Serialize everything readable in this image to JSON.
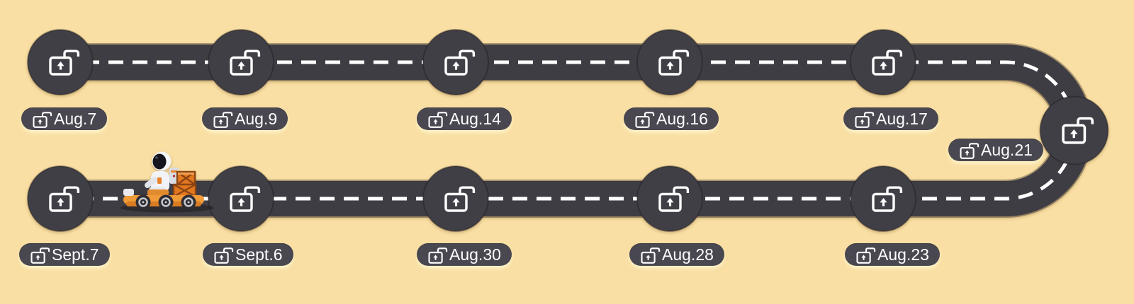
{
  "page": {
    "type": "milestone-road-map"
  },
  "colors": {
    "background": "#f9dfa3",
    "road": "#3f3d44",
    "node": "#413f46",
    "center_line": "#ffffff",
    "pill_background": "#494750",
    "pill_text": "#ffffff",
    "pill_glow": "#fdf2c9",
    "rover_orange": "#f09a38",
    "crate_orange": "#e2771f"
  },
  "icons": {
    "milestone": "open-padlock-icon",
    "vehicle": "astronaut-cargo-rover-icon"
  },
  "milestones": [
    {
      "label": "Aug.7",
      "lock_state": "open"
    },
    {
      "label": "Aug.9",
      "lock_state": "open"
    },
    {
      "label": "Aug.14",
      "lock_state": "open"
    },
    {
      "label": "Aug.16",
      "lock_state": "open"
    },
    {
      "label": "Aug.17",
      "lock_state": "open"
    },
    {
      "label": "Aug.21",
      "lock_state": "open"
    },
    {
      "label": "Aug.23",
      "lock_state": "open"
    },
    {
      "label": "Aug.28",
      "lock_state": "open"
    },
    {
      "label": "Aug.30",
      "lock_state": "open"
    },
    {
      "label": "Sept.6",
      "lock_state": "open"
    },
    {
      "label": "Sept.7",
      "lock_state": "open"
    }
  ],
  "vehicle": {
    "name": "astronaut-cargo-rover",
    "at_milestone": "Sept.7"
  }
}
